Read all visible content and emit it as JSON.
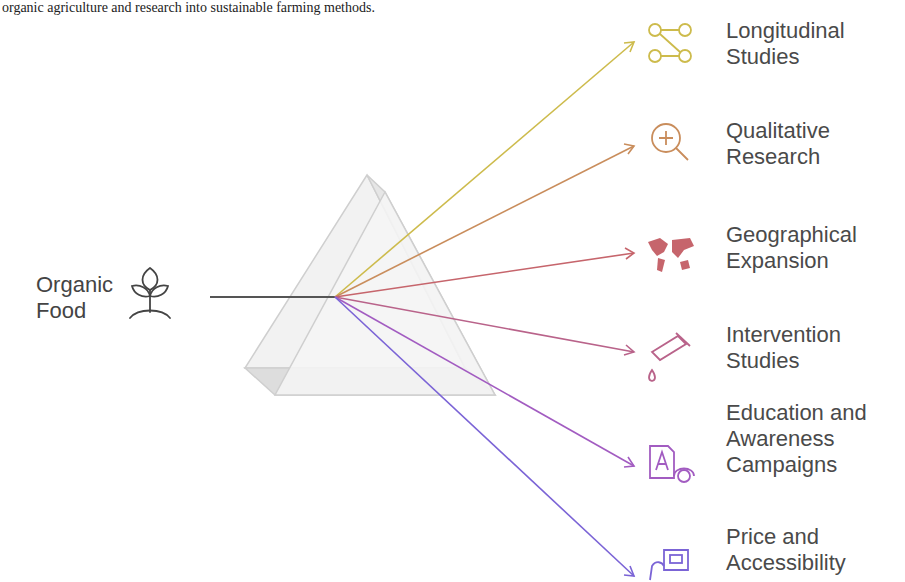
{
  "diagram": {
    "labels": [
      "organic agriculture and research into sustainable farming methods.",
      "Organic Food",
      "Longitudinal Studies",
      "Qualitative Research",
      "Geographical Expansion",
      "Intervention Studies",
      "Education and Awareness Campaigns",
      "Price and Accessibility"
    ]
  }
}
